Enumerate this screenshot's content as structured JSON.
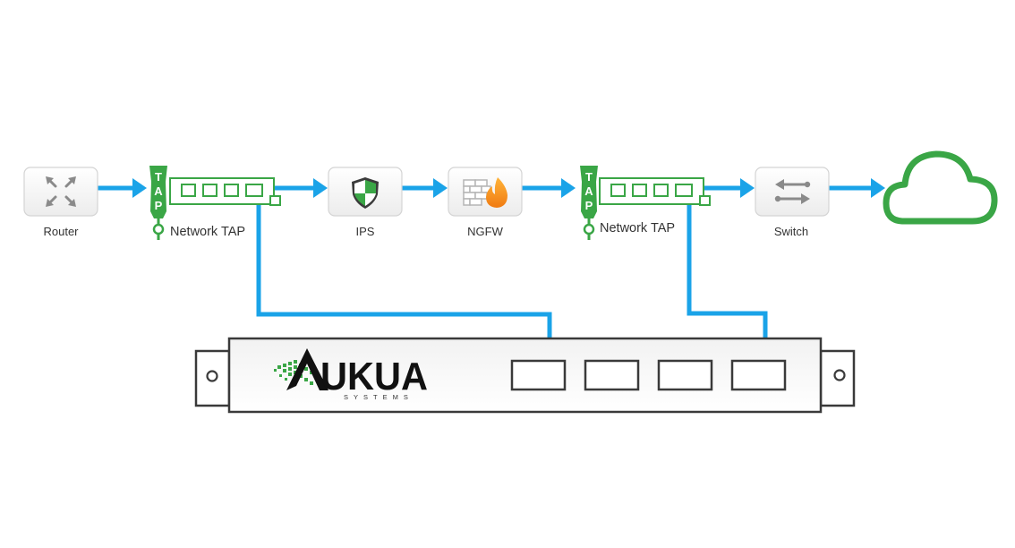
{
  "nodes": {
    "router": {
      "label": "Router",
      "icon": "router-icon"
    },
    "tap1": {
      "label": "Network TAP",
      "icon": "tap-icon",
      "letters": [
        "T",
        "A",
        "P"
      ]
    },
    "ips": {
      "label": "IPS",
      "icon": "shield-icon"
    },
    "ngfw": {
      "label": "NGFW",
      "icon": "firewall-icon"
    },
    "tap2": {
      "label": "Network TAP",
      "icon": "tap-icon",
      "letters": [
        "T",
        "A",
        "P"
      ]
    },
    "switch": {
      "label": "Switch",
      "icon": "switch-icon"
    },
    "cloud": {
      "icon": "cloud-icon"
    }
  },
  "appliance": {
    "brand": "AUKUA",
    "brand_sub": "SYSTEMS",
    "ports": 4
  },
  "colors": {
    "link": "#1aa3e8",
    "tap": "#3aa646",
    "cloud": "#3aa646",
    "icon_gray": "#8a8a8a",
    "card": "#f7f7f7",
    "card_edge": "#d4d4d4",
    "rack": "#3a3a3a",
    "flame": "#f39a1e",
    "brick": "#b5b5b5"
  }
}
